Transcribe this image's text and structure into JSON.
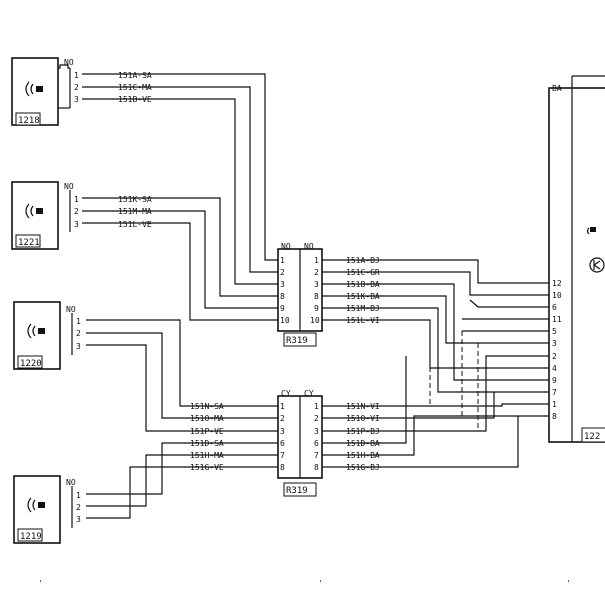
{
  "sensors": [
    {
      "id": "1218",
      "connector": "NO",
      "pins": [
        "1",
        "2",
        "3"
      ],
      "wires": [
        "151A-SA",
        "151C-MA",
        "151B-VE"
      ]
    },
    {
      "id": "1221",
      "connector": "NO",
      "pins": [
        "1",
        "2",
        "3"
      ],
      "wires": [
        "151K-SA",
        "151M-MA",
        "151L-VE"
      ]
    },
    {
      "id": "1220",
      "connector": "NO",
      "pins": [
        "1",
        "2",
        "3"
      ]
    },
    {
      "id": "1219",
      "connector": "NO",
      "pins": [
        "1",
        "2",
        "3"
      ]
    }
  ],
  "connector_top": {
    "id": "R319",
    "left_label": "NO",
    "right_label": "NO",
    "left_pins": [
      "1",
      "2",
      "3",
      "8",
      "9",
      "10"
    ],
    "right_pins": [
      "1",
      "2",
      "3",
      "8",
      "9",
      "10"
    ],
    "right_wires": [
      "151A-BJ",
      "151C-GR",
      "151B-BA",
      "151K-BA",
      "151M-BJ",
      "151L-VI"
    ]
  },
  "connector_bottom": {
    "id": "R319",
    "left_label": "CY",
    "right_label": "CY",
    "left_pins": [
      "1",
      "2",
      "3",
      "6",
      "7",
      "8"
    ],
    "right_pins": [
      "1",
      "2",
      "3",
      "6",
      "7",
      "8"
    ],
    "left_wires": [
      "151N-SA",
      "151O-MA",
      "151P-VE",
      "151D-SA",
      "151H-MA",
      "151G-VE"
    ],
    "right_wires": [
      "151N-VI",
      "151O-VI",
      "151P-BJ",
      "151D-BA",
      "151H-BA",
      "151G-BJ"
    ]
  },
  "ecu": {
    "id": "122",
    "connector": "BA",
    "pins": [
      "12",
      "10",
      "6",
      "11",
      "5",
      "3",
      "2",
      "4",
      "9",
      "7",
      "1",
      "8"
    ]
  },
  "footer_marks": [
    "'",
    "'",
    "'"
  ]
}
